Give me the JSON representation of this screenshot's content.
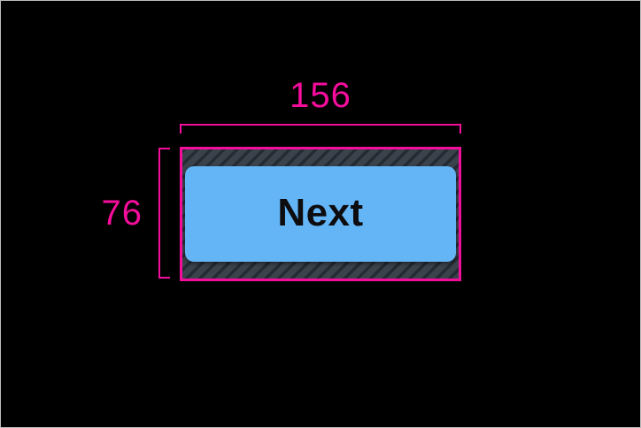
{
  "figure": {
    "width_label": "156",
    "height_label": "76",
    "button_label": "Next"
  },
  "colors": {
    "canvas_bg": "#000000",
    "frame_border": "#bdbdbd",
    "measure_accent": "#f50d9b",
    "button_fill": "#64b5f6",
    "button_text": "#0d0d10",
    "hatch_base": "#3a424c",
    "hatch_stripe": "#252b32"
  }
}
